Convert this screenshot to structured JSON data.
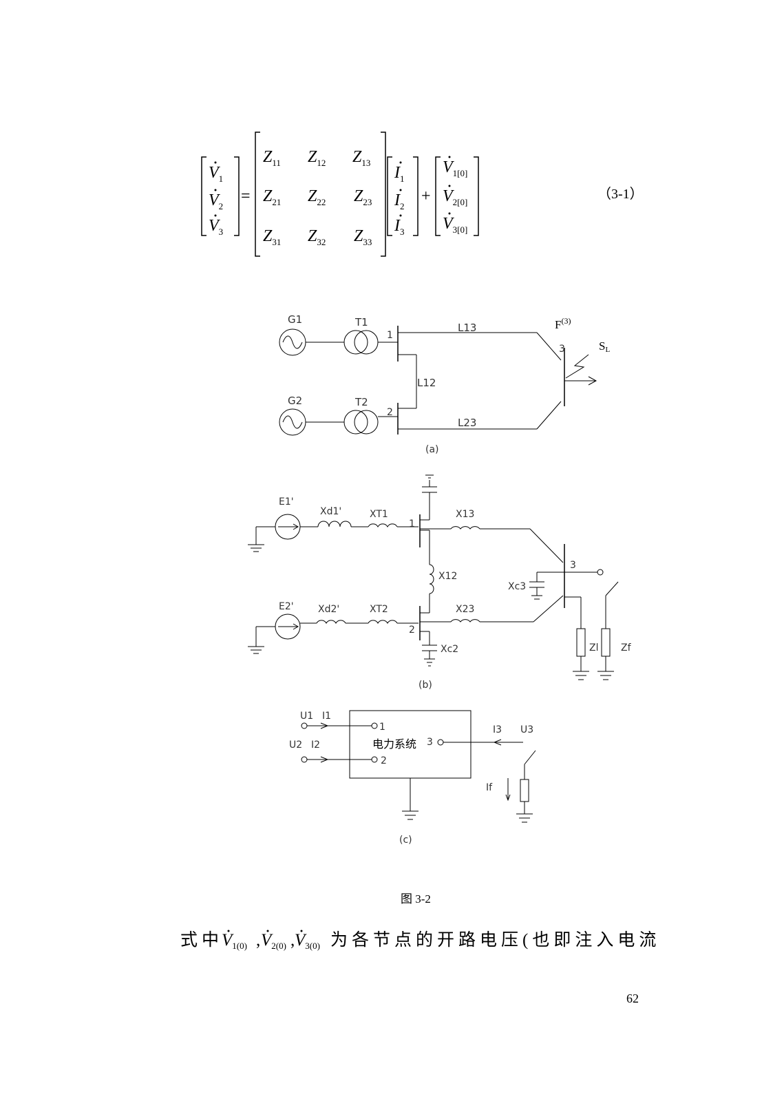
{
  "equation": {
    "label": "（3-1）",
    "lhs": [
      {
        "sym": "V",
        "sub": "1"
      },
      {
        "sym": "V",
        "sub": "2"
      },
      {
        "sym": "V",
        "sub": "3"
      }
    ],
    "equals": "=",
    "plus": "+",
    "matrix": [
      [
        {
          "sym": "Z",
          "sub": "11"
        },
        {
          "sym": "Z",
          "sub": "12"
        },
        {
          "sym": "Z",
          "sub": "13"
        }
      ],
      [
        {
          "sym": "Z",
          "sub": "21"
        },
        {
          "sym": "Z",
          "sub": "22"
        },
        {
          "sym": "Z",
          "sub": "23"
        }
      ],
      [
        {
          "sym": "Z",
          "sub": "31"
        },
        {
          "sym": "Z",
          "sub": "32"
        },
        {
          "sym": "Z",
          "sub": "33"
        }
      ]
    ],
    "current_vector": [
      {
        "sym": "I",
        "sub": "1"
      },
      {
        "sym": "I",
        "sub": "2"
      },
      {
        "sym": "I",
        "sub": "3"
      }
    ],
    "open_circuit_vector": [
      {
        "sym": "V",
        "sub": "1[0]"
      },
      {
        "sym": "V",
        "sub": "2[0]"
      },
      {
        "sym": "V",
        "sub": "3[0]"
      }
    ]
  },
  "diagram_a": {
    "G1": "G1",
    "T1": "T1",
    "G2": "G2",
    "T2": "T2",
    "node1": "1",
    "node2": "2",
    "node3": "3",
    "L13": "L13",
    "L12": "L12",
    "L23": "L23",
    "fault_main": "F",
    "fault_sup": "(3)",
    "load_main": "S",
    "load_sub": "L",
    "caption": "(a)"
  },
  "diagram_b": {
    "E1": "E1'",
    "Xd1": "Xd1'",
    "XT1": "XT1",
    "E2": "E2'",
    "Xd2": "Xd2'",
    "XT2": "XT2",
    "X13": "X13",
    "X12": "X12",
    "X23": "X23",
    "Xc3": "Xc3",
    "Xc2": "Xc2",
    "node1": "1",
    "node2": "2",
    "node3": "3",
    "Zl": "Zl",
    "Zf": "Zf",
    "caption": "(b)"
  },
  "diagram_c": {
    "U1": "U1",
    "I1": "I1",
    "U2": "U2",
    "I2": "I2",
    "port1": "1",
    "port2": "2",
    "port3": "3",
    "box_label": "电力系统",
    "I3": "I3",
    "U3": "U3",
    "If": "If",
    "caption": "(c)"
  },
  "figure_caption": "图 3-2",
  "body": {
    "prefix": "式中",
    "v1": {
      "sym": "V",
      "sub": "1(0)"
    },
    "v2": {
      "sym": "V",
      "sub": "2(0)"
    },
    "v3": {
      "sym": "V",
      "sub": "3(0)"
    },
    "comma": ",",
    "suffix": "为各节点的开路电压(也即注入电流"
  },
  "page_number": "62"
}
